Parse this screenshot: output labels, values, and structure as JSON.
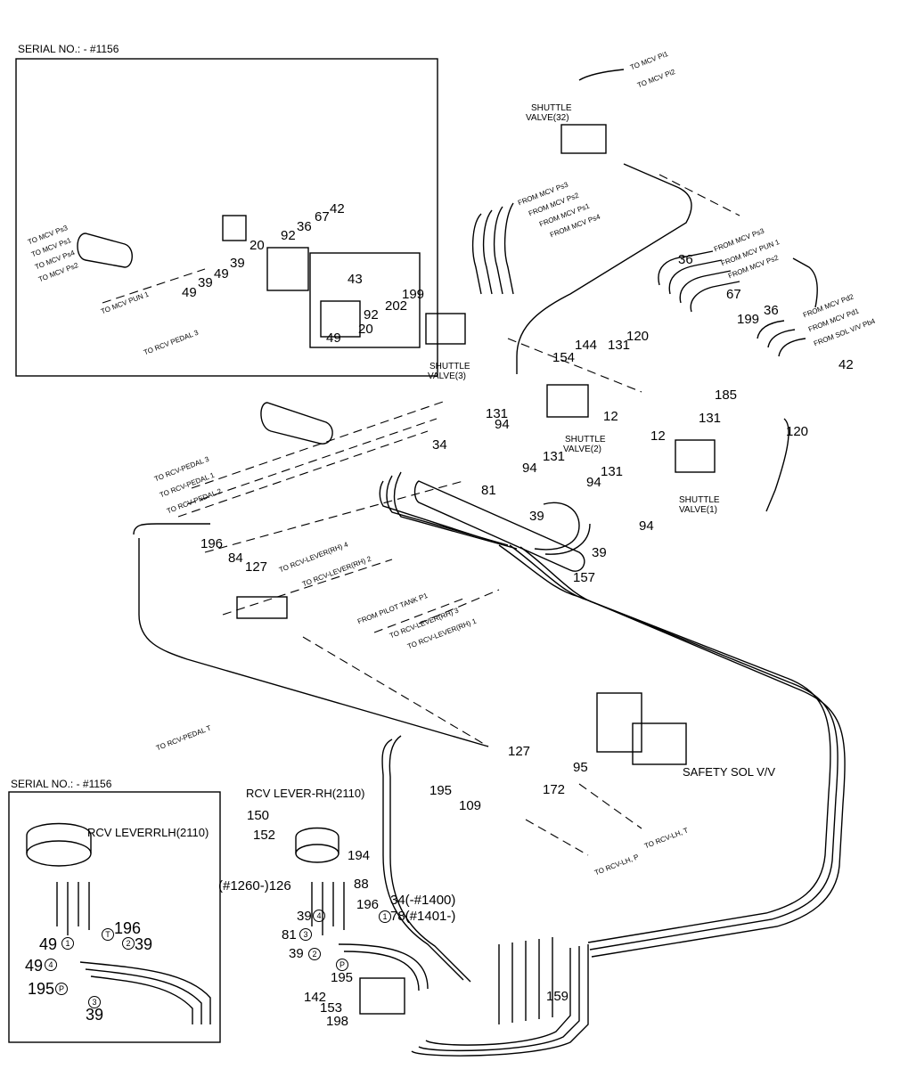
{
  "insets": {
    "top": {
      "serial": "SERIAL NO.: - #1156"
    },
    "bottom": {
      "serial": "SERIAL NO.: - #1156",
      "lever_title": "RCV  LEVERRLH(2110)"
    }
  },
  "titles": {
    "rcv_lever_rh": "RCV  LEVER-RH(2110)",
    "safety_valve": "SAFETY SOL V/V",
    "shuttle_valve_32": [
      "SHUTTLE",
      "VALVE(32)"
    ],
    "shuttle_valve_3": [
      "SHUTTLE",
      "VALVE(3)"
    ],
    "shuttle_valve_2": [
      "SHUTTLE",
      "VALVE(2)"
    ],
    "shuttle_valve_1": [
      "SHUTTLE",
      "VALVE(1)"
    ]
  },
  "part_numbers": {
    "top_inset": [
      "67",
      "42",
      "36",
      "92",
      "20",
      "39",
      "49",
      "39",
      "49",
      "43",
      "199",
      "202",
      "92",
      "20",
      "49"
    ],
    "main": [
      "36",
      "67",
      "199",
      "36",
      "42",
      "144",
      "131",
      "120",
      "154",
      "12",
      "185",
      "131",
      "120",
      "94",
      "131",
      "94",
      "131",
      "12",
      "34",
      "81",
      "131",
      "94",
      "94",
      "39",
      "39",
      "157",
      "196",
      "84",
      "127",
      "127",
      "95",
      "172",
      "195",
      "109",
      "159"
    ],
    "rcv_rh": [
      "150",
      "152",
      "194",
      "(#1260-)126",
      "88",
      "34(-#1400)",
      "196",
      "39",
      "78(#1401-)",
      "81",
      "39",
      "195",
      "142",
      "153",
      "198"
    ],
    "bottom_inset": [
      "196",
      "49",
      "39",
      "49",
      "195",
      "39"
    ]
  },
  "port_circles": {
    "rcv_rh": [
      "4",
      "1",
      "3",
      "2",
      "P"
    ],
    "bottom_inset": [
      "T",
      "1",
      "2",
      "4",
      "P",
      "3"
    ]
  },
  "line_labels": {
    "top_right": [
      "TO MCV Pi1",
      "TO MCV Pi2"
    ],
    "mcv_group_a": [
      "FROM MCV Ps3",
      "FROM MCV Ps2",
      "FROM MCV Ps1",
      "FROM MCV Ps4"
    ],
    "mcv_group_b": [
      "FROM MCV Ps3",
      "FROM MCV PUN 1",
      "FROM MCV Ps2"
    ],
    "mcv_group_c": [
      "FROM MCV Pd2",
      "FROM MCV Pd1",
      "FROM SOL V/V Pb4"
    ],
    "pedal_lines": [
      "TO RCV-PEDAL 3",
      "TO RCV-PEDAL 1",
      "TO RCV-PEDAL 2"
    ],
    "lever_lines": [
      "TO RCV-LEVER(RH) 4",
      "TO RCV-LEVER(RH) 2",
      "FROM PILOT TANK P1",
      "TO RCV-LEVER(RH) 3",
      "TO RCV-LEVER(RH) 1"
    ],
    "tank_lines": [
      "TO RCV-PEDAL T"
    ],
    "lh_lines": [
      "TO RCV-LH, T",
      "TO RCV-LH, P"
    ],
    "inset_lines": [
      "TO MCV Ps3",
      "TO MCV Ps1",
      "TO MCV Ps4",
      "TO MCV Ps2",
      "TO MCV PUN 1",
      "TO RCV PEDAL 3"
    ]
  },
  "colors": {
    "ink": "#000000",
    "paper": "#ffffff"
  }
}
